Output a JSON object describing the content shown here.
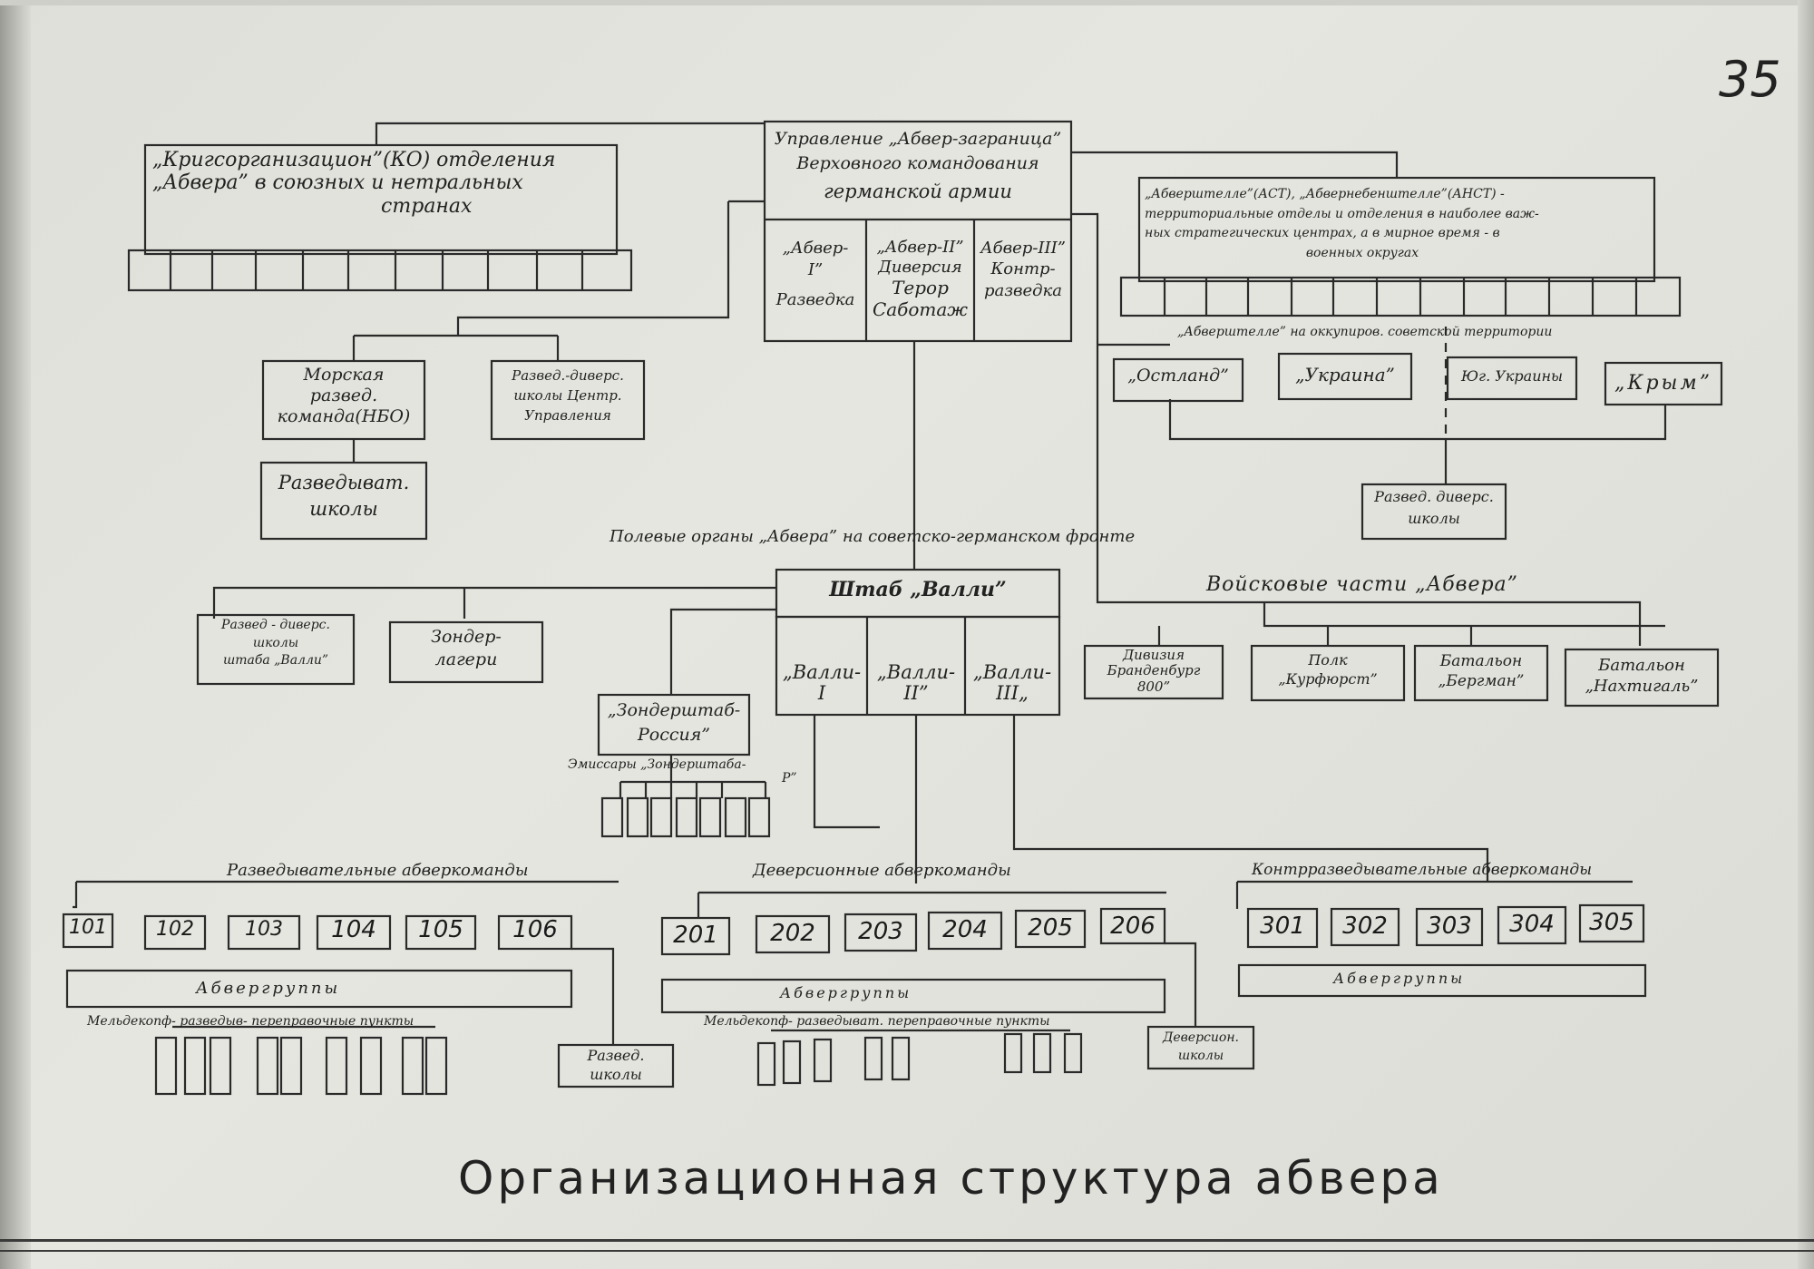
{
  "page_number": "35",
  "title": "Организационная структура абвера",
  "top": {
    "ko": [
      "„Кригсорганизацион”(КО) отделения",
      "„Абвера” в союзных и нетральных",
      "странах"
    ],
    "central": [
      "Управление „Абвер-заграница”",
      "Верховного командования",
      "германской армии"
    ],
    "abwer1": [
      "„Абвер-",
      "I”",
      "Разведка"
    ],
    "abwer2": [
      "„Абвер-II”",
      "Диверсия",
      "Терор",
      "Саботаж"
    ],
    "abwer3": [
      "Абвер-III”",
      "Контр-",
      "разведка"
    ],
    "ast": [
      "„Абверштелле”(АСТ), „Абвернебенштелле”(АНСТ) -",
      "территориальные отделы и отделения в наиболее важ-",
      "ных стратегических центрах, а в мирное время - в",
      "военных округах"
    ]
  },
  "left": {
    "naval": [
      "Морская",
      "развед.",
      "команда(НБО)"
    ],
    "schools_center": [
      "Развед.-диверс.",
      "школы Центр.",
      "Управления"
    ],
    "recon_schools": [
      "Разведыват.",
      "школы"
    ]
  },
  "occupied": {
    "heading": "„Абверштелле” на оккупиров. советской территории",
    "items": [
      "„Остланд”",
      "„Украина”",
      "Юг. Украины",
      "„Крым”"
    ],
    "schools": [
      "Развед. диверс.",
      "школы"
    ]
  },
  "field": {
    "heading": "Полевые органы „Абвера” на советско-германском фронте",
    "hq": "Штаб „Валли”",
    "valli": [
      [
        "„Валли-",
        "I"
      ],
      [
        "„Валли-",
        "II”"
      ],
      [
        "„Валли-",
        "III„"
      ]
    ],
    "schools": [
      "Развед - диверс.",
      "школы",
      "штаба „Валли”"
    ],
    "camps": [
      "Зондер-",
      "лагери"
    ],
    "sonder": [
      "„Зондерштаб-",
      "Россия”"
    ],
    "emissaries": [
      "Эмиссары „Зондерштаба-",
      "Р”"
    ]
  },
  "military": {
    "heading": "Войсковые части „Абвера”",
    "units": [
      [
        "Дивизия",
        "Бранденбург",
        "800”"
      ],
      [
        "Полк",
        "„Курфюрст”"
      ],
      [
        "Батальон",
        "„Бергман”"
      ],
      [
        "Батальон",
        "„Нахтигаль”"
      ]
    ]
  },
  "recon_cmds": {
    "heading": "Разведывательные абверкоманды",
    "numbers": [
      "101",
      "102",
      "103",
      "104",
      "105",
      "106"
    ],
    "groups": "Абвергруппы",
    "points": "Мельдекопф- разведыв- переправочные пункты",
    "schools": [
      "Развед.",
      "школы"
    ]
  },
  "div_cmds": {
    "heading": "Деверсионные абверкоманды",
    "numbers": [
      "201",
      "202",
      "203",
      "204",
      "205",
      "206"
    ],
    "groups": "Абвергруппы",
    "points": "Мельдекопф- разведыват. переправочные пункты",
    "schools": [
      "Деверсион.",
      "школы"
    ]
  },
  "counter_cmds": {
    "heading": "Контрразведывательные абверкоманды",
    "numbers": [
      "301",
      "302",
      "303",
      "304",
      "305"
    ],
    "groups": "Абвергруппы"
  }
}
